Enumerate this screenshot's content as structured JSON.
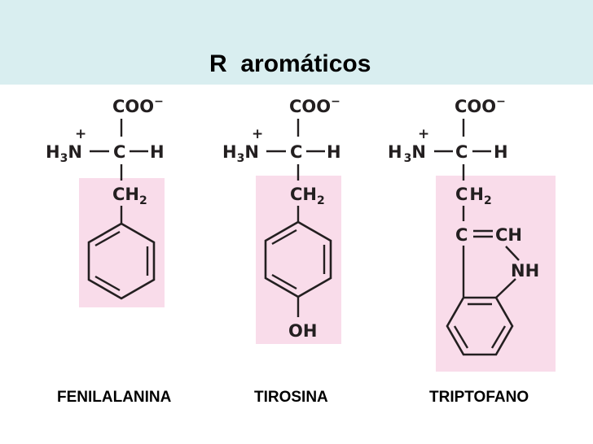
{
  "title": "R  aromáticos",
  "colors": {
    "header_band": "#d9eef0",
    "r_group_highlight": "#f9dcea",
    "ink": "#231f20"
  },
  "common": {
    "carboxyl": "COO",
    "carboxyl_charge": "−",
    "amino_h": "H",
    "amino_sub": "3",
    "amino_n": "N",
    "amino_charge": "+",
    "alpha_c": "C",
    "alpha_h": "H"
  },
  "amino_acids": [
    {
      "name": "FENILALANINA",
      "ch2_c": "CH",
      "ch2_sub": "2"
    },
    {
      "name": "TIROSINA",
      "ch2_c": "CH",
      "ch2_sub": "2",
      "hydroxyl": "OH"
    },
    {
      "name": "TRIPTOFANO",
      "ch2_c": "C",
      "ch2_h": "H",
      "ch2_sub": "2",
      "vinyl_c": "C",
      "vinyl_ch": "CH",
      "nh": "NH"
    }
  ]
}
